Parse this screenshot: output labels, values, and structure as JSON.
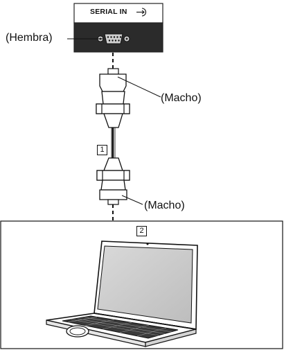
{
  "panel": {
    "port_label": "SERIAL IN",
    "port_icon": "input-arrow-icon"
  },
  "labels": {
    "hembra": "(Hembra)",
    "macho_top": "(Macho)",
    "macho_bottom": "(Macho)"
  },
  "callouts": {
    "cable": "1",
    "computer": "2"
  }
}
